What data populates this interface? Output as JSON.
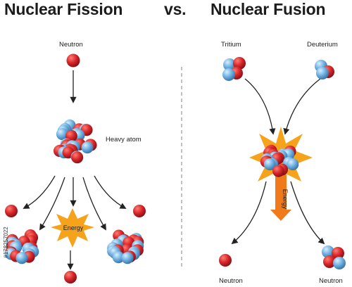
{
  "header": {
    "fission_title": "Nuclear Fission",
    "vs": "vs.",
    "fusion_title": "Nuclear Fusion"
  },
  "fission": {
    "neutron_label": "Neutron",
    "heavy_atom_label": "Heavy atom",
    "energy_label": "Energy"
  },
  "fusion": {
    "tritium_label": "Tritium",
    "deuterium_label": "Deuterium",
    "energy_label": "Energy",
    "neutron_label_left": "Neutron",
    "neutron_label_right": "Neutron"
  },
  "stock_id": "#178257022",
  "colors": {
    "proton": "#d7262b",
    "neutron": "#6fb0e0",
    "energy_star": "#f6a31b",
    "energy_arrow": "#f07a1a",
    "arrow": "#222222",
    "divider": "#9a9a9a"
  }
}
